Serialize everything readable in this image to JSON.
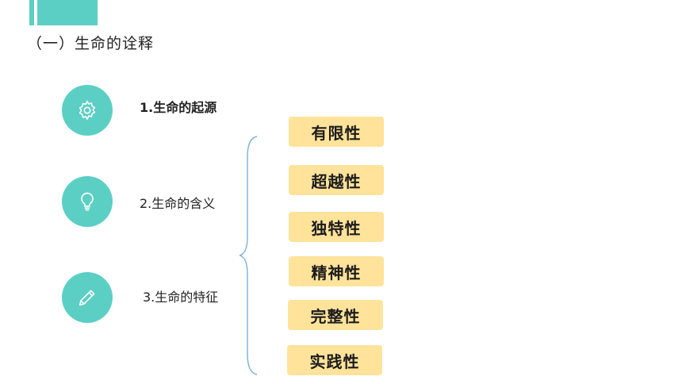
{
  "section": {
    "title": "（一）生命的诠释"
  },
  "items": [
    {
      "label": "1.生命的起源",
      "icon": "gear-icon"
    },
    {
      "label": "2.生命的含义",
      "icon": "lightbulb-icon"
    },
    {
      "label": "3.生命的特征",
      "icon": "pencil-icon"
    }
  ],
  "traits": [
    "有限性",
    "超越性",
    "独特性",
    "精神性",
    "完整性",
    "实践性"
  ],
  "colors": {
    "accent": "#5bcfc4",
    "chip": "#ffe39a",
    "brace": "#7bb0d8"
  }
}
